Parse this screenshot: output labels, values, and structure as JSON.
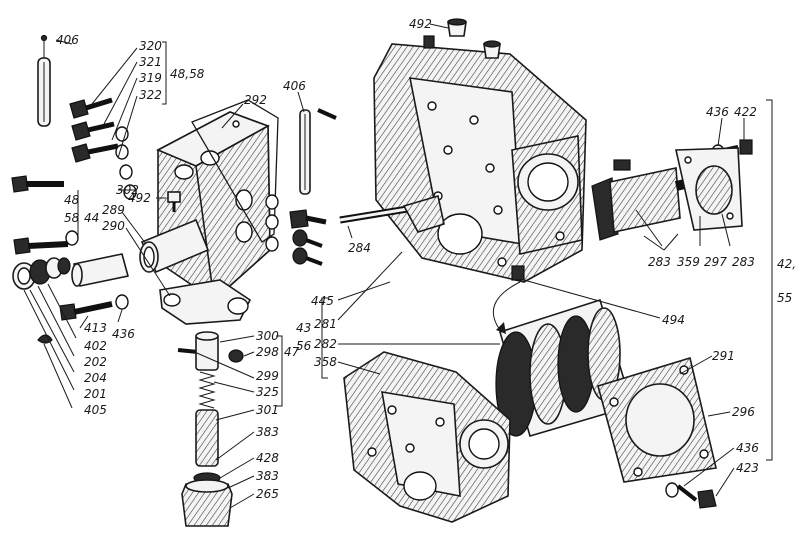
{
  "labels": [
    {
      "id": "l406a",
      "text": "406"
    },
    {
      "id": "l320",
      "text": "320"
    },
    {
      "id": "l321",
      "text": "321"
    },
    {
      "id": "l319",
      "text": "319"
    },
    {
      "id": "l322",
      "text": "322"
    },
    {
      "id": "l4858a",
      "text": "48,58"
    },
    {
      "id": "l292",
      "text": "292"
    },
    {
      "id": "l406b",
      "text": "406"
    },
    {
      "id": "l492a",
      "text": "492"
    },
    {
      "id": "l436a",
      "text": "436"
    },
    {
      "id": "l422",
      "text": "422"
    },
    {
      "id": "l302",
      "text": "302"
    },
    {
      "id": "l48",
      "text": "48"
    },
    {
      "id": "l58",
      "text": "58"
    },
    {
      "id": "l44",
      "text": "44"
    },
    {
      "id": "l289",
      "text": "289"
    },
    {
      "id": "l290",
      "text": "290"
    },
    {
      "id": "l492b",
      "text": "492"
    },
    {
      "id": "l284",
      "text": "284"
    },
    {
      "id": "l283a",
      "text": "283"
    },
    {
      "id": "l359",
      "text": "359"
    },
    {
      "id": "l297",
      "text": "297"
    },
    {
      "id": "l283b",
      "text": "283"
    },
    {
      "id": "l42",
      "text": "42,"
    },
    {
      "id": "l55",
      "text": "55"
    },
    {
      "id": "l445",
      "text": "445"
    },
    {
      "id": "l43",
      "text": "43"
    },
    {
      "id": "l281",
      "text": "281"
    },
    {
      "id": "l56",
      "text": "56"
    },
    {
      "id": "l282",
      "text": "282"
    },
    {
      "id": "l358",
      "text": "358"
    },
    {
      "id": "l494",
      "text": "494"
    },
    {
      "id": "l291",
      "text": "291"
    },
    {
      "id": "l296",
      "text": "296"
    },
    {
      "id": "l436c",
      "text": "436"
    },
    {
      "id": "l423",
      "text": "423"
    },
    {
      "id": "l413",
      "text": "413"
    },
    {
      "id": "l436b",
      "text": "436"
    },
    {
      "id": "l402",
      "text": "402"
    },
    {
      "id": "l202",
      "text": "202"
    },
    {
      "id": "l204",
      "text": "204"
    },
    {
      "id": "l201",
      "text": "201"
    },
    {
      "id": "l405",
      "text": "405"
    },
    {
      "id": "l300",
      "text": "300"
    },
    {
      "id": "l298",
      "text": "298"
    },
    {
      "id": "l47",
      "text": "47"
    },
    {
      "id": "l299",
      "text": "299"
    },
    {
      "id": "l325",
      "text": "325"
    },
    {
      "id": "l301",
      "text": "301"
    },
    {
      "id": "l383a",
      "text": "383"
    },
    {
      "id": "l428",
      "text": "428"
    },
    {
      "id": "l383b",
      "text": "383"
    },
    {
      "id": "l265",
      "text": "265"
    }
  ]
}
